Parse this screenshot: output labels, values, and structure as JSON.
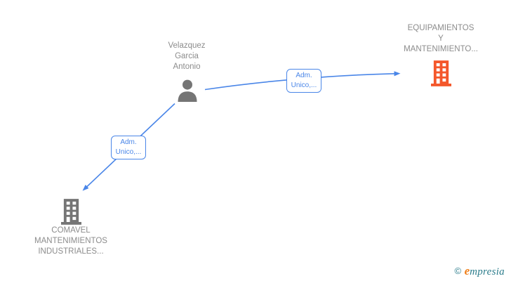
{
  "diagram": {
    "person": {
      "name": "Velazquez Garcia Antonio",
      "name_lines": [
        "Velazquez",
        "Garcia",
        "Antonio"
      ]
    },
    "companies": [
      {
        "id": "equipamientos",
        "name": "EQUIPAMIENTOS Y MANTENIMIENTO...",
        "name_lines": [
          "EQUIPAMIENTOS",
          "Y",
          "MANTENIMIENTO..."
        ],
        "icon_color": "#f4572b"
      },
      {
        "id": "comavel",
        "name": "COMAVEL MANTENIMIENTOS INDUSTRIALES...",
        "name_lines": [
          "COMAVEL",
          "MANTENIMIENTOS",
          "INDUSTRIALES..."
        ],
        "icon_color": "#757575"
      }
    ],
    "edges": [
      {
        "from": "Velazquez Garcia Antonio",
        "to": "EQUIPAMIENTOS Y MANTENIMIENTO...",
        "label_line1": "Adm.",
        "label_line2": "Unico,..."
      },
      {
        "from": "Velazquez Garcia Antonio",
        "to": "COMAVEL MANTENIMIENTOS INDUSTRIALES...",
        "label_line1": "Adm.",
        "label_line2": "Unico,..."
      }
    ]
  },
  "watermark": {
    "copyright_symbol": "©",
    "brand_initial": "e",
    "brand_rest": "mpresia"
  },
  "colors": {
    "edge_blue": "#4a86e8",
    "icon_gray": "#757575",
    "label_gray": "#8c8c8c",
    "company_orange": "#f4572b",
    "watermark_teal": "#2c7d8c",
    "watermark_orange": "#ef7f1a"
  }
}
